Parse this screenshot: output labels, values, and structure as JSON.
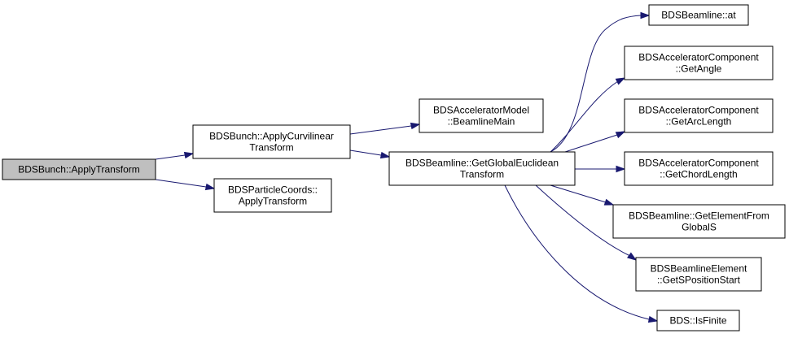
{
  "colors": {
    "edge": "#191970",
    "node_fill": "#ffffff",
    "root_fill": "#bfbfbf",
    "node_border": "#000000"
  },
  "nodes": [
    {
      "id": "apply_transform",
      "lines": [
        "BDSBunch::ApplyTransform"
      ],
      "root": true
    },
    {
      "id": "apply_curvilinear",
      "lines": [
        "BDSBunch::ApplyCurvilinear",
        "Transform"
      ]
    },
    {
      "id": "particle_coords",
      "lines": [
        "BDSParticleCoords::",
        "ApplyTransform"
      ]
    },
    {
      "id": "beamline_main",
      "lines": [
        "BDSAcceleratorModel",
        "::BeamlineMain"
      ]
    },
    {
      "id": "get_global_euclidean",
      "lines": [
        "BDSBeamline::GetGlobalEuclidean",
        "Transform"
      ]
    },
    {
      "id": "beamline_at",
      "lines": [
        "BDSBeamline::at"
      ]
    },
    {
      "id": "get_angle",
      "lines": [
        "BDSAcceleratorComponent",
        "::GetAngle"
      ]
    },
    {
      "id": "get_arc_length",
      "lines": [
        "BDSAcceleratorComponent",
        "::GetArcLength"
      ]
    },
    {
      "id": "get_chord_length",
      "lines": [
        "BDSAcceleratorComponent",
        "::GetChordLength"
      ]
    },
    {
      "id": "get_element_from_global_s",
      "lines": [
        "BDSBeamline::GetElementFrom",
        "GlobalS"
      ]
    },
    {
      "id": "get_s_position_start",
      "lines": [
        "BDSBeamlineElement",
        "::GetSPositionStart"
      ]
    },
    {
      "id": "is_finite",
      "lines": [
        "BDS::IsFinite"
      ]
    }
  ],
  "edges": [
    {
      "from": "apply_transform",
      "to": "apply_curvilinear"
    },
    {
      "from": "apply_transform",
      "to": "particle_coords"
    },
    {
      "from": "apply_curvilinear",
      "to": "beamline_main"
    },
    {
      "from": "apply_curvilinear",
      "to": "get_global_euclidean"
    },
    {
      "from": "get_global_euclidean",
      "to": "beamline_at"
    },
    {
      "from": "get_global_euclidean",
      "to": "get_angle"
    },
    {
      "from": "get_global_euclidean",
      "to": "get_arc_length"
    },
    {
      "from": "get_global_euclidean",
      "to": "get_chord_length"
    },
    {
      "from": "get_global_euclidean",
      "to": "get_element_from_global_s"
    },
    {
      "from": "get_global_euclidean",
      "to": "get_s_position_start"
    },
    {
      "from": "get_global_euclidean",
      "to": "is_finite"
    }
  ]
}
